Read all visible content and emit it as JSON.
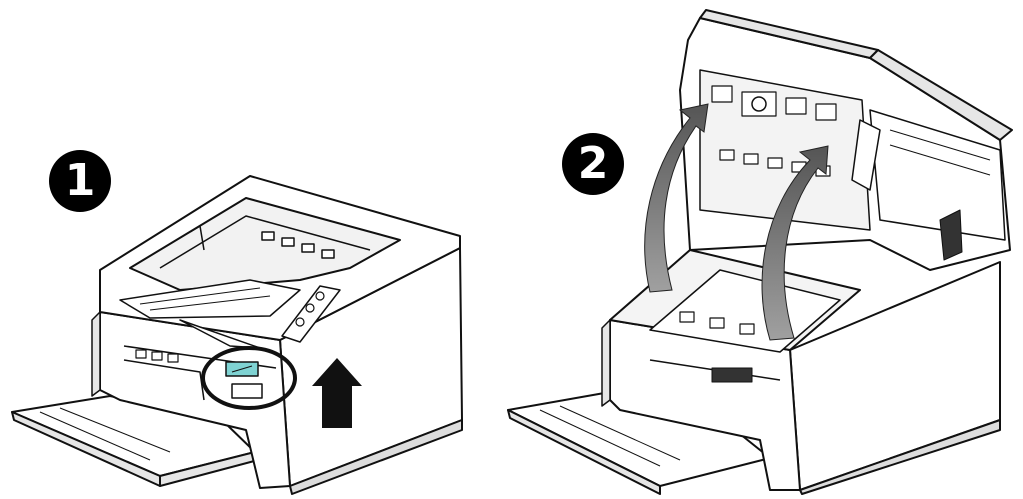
{
  "steps": [
    {
      "label": "1",
      "description_icon": "scanner-closed-release-lever"
    },
    {
      "label": "2",
      "description_icon": "scanner-lid-open"
    }
  ],
  "colors": {
    "line": "#111111",
    "fill": "#ffffff",
    "shade": "#d8d8d8",
    "highlight": "#7fd3d3",
    "arrow_dark": "#111111",
    "arrow_gray": "#6e6e6e"
  }
}
